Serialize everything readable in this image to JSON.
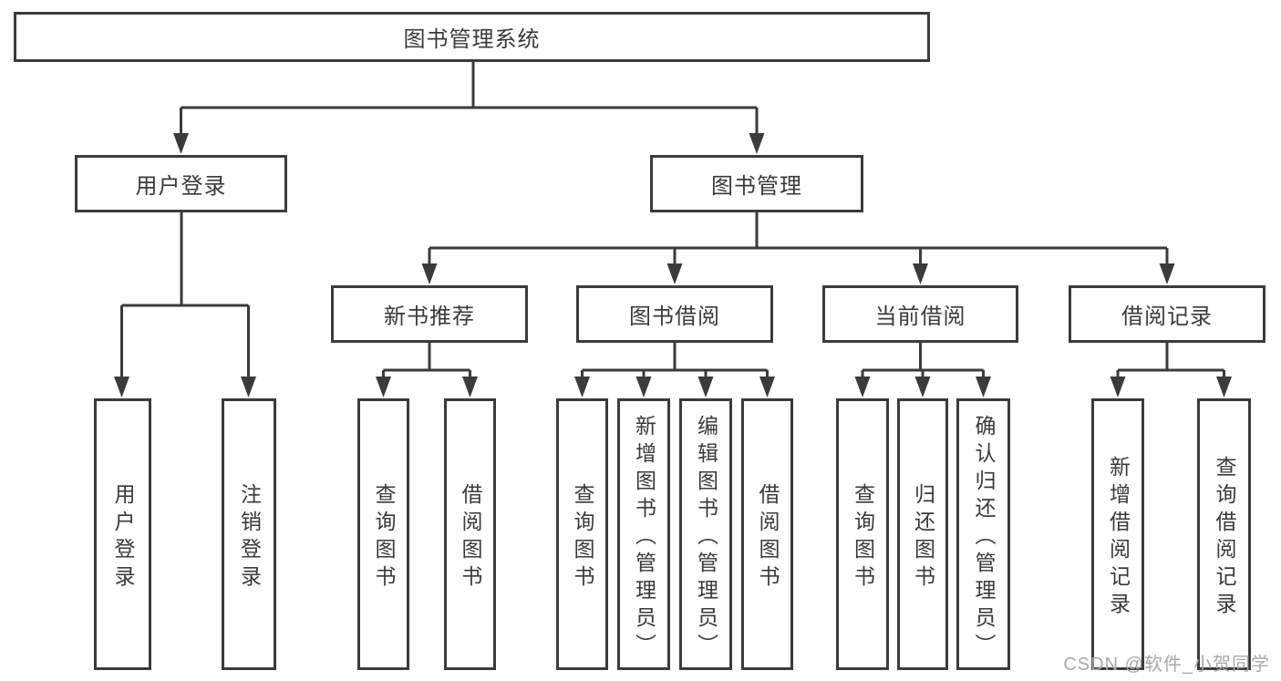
{
  "diagram": {
    "root": {
      "label": "图书管理系统"
    },
    "branches": [
      {
        "label": "用户登录",
        "children": [
          {
            "label": "用户登录"
          },
          {
            "label": "注销登录"
          }
        ]
      },
      {
        "label": "图书管理",
        "children": [
          {
            "label": "新书推荐",
            "children": [
              {
                "label": "查询图书"
              },
              {
                "label": "借阅图书"
              }
            ]
          },
          {
            "label": "图书借阅",
            "children": [
              {
                "label": "查询图书"
              },
              {
                "label": "新增图书（管理员）"
              },
              {
                "label": "编辑图书（管理员）"
              },
              {
                "label": "借阅图书"
              }
            ]
          },
          {
            "label": "当前借阅",
            "children": [
              {
                "label": "查询图书"
              },
              {
                "label": "归还图书"
              },
              {
                "label": "确认归还（管理员）"
              }
            ]
          },
          {
            "label": "借阅记录",
            "children": [
              {
                "label": "新增借阅记录"
              },
              {
                "label": "查询借阅记录"
              }
            ]
          }
        ]
      }
    ]
  },
  "watermark": {
    "text": "CSDN @软件_小贺同学"
  },
  "colors": {
    "line": "#3b3b3b",
    "text": "#3a3a3a",
    "watermark": "#a8a8a8",
    "background": "#ffffff"
  }
}
